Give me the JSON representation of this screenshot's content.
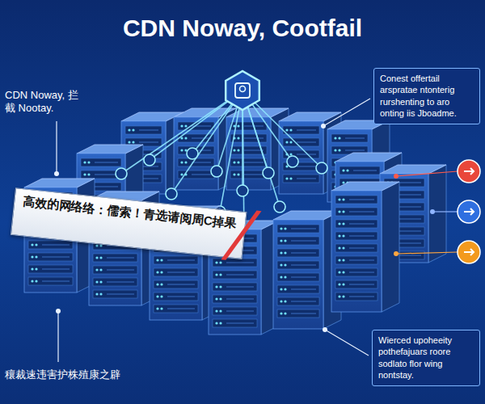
{
  "diagram": {
    "title": "CDN Noway, Cootfail",
    "nodes": [
      {
        "text": [
          "Conest offertail arsprataе ntonterig rurshenting to aro onting iis Jboadme."
        ]
      },
      {
        "text": [
          "高效的网络络：儒索！青选请阅周C掉果"
        ]
      },
      {
        "text": [
          "Wierced upoheeity pothefajuars roore sodlato flor wing nontstay."
        ]
      }
    ],
    "labels": [
      "CDN Noway, 拦截 Nootay.",
      "穰裁速违害护株殖康之辟"
    ]
  }
}
